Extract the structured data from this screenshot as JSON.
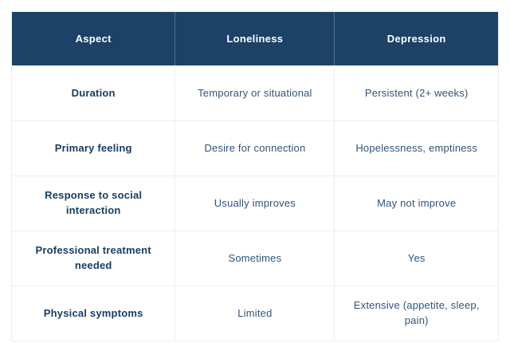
{
  "page": {
    "background": "#ffffff"
  },
  "colors": {
    "header_bg": "#1c4268",
    "header_text": "#ffffff",
    "header_divider": "rgba(255,255,255,0.25)",
    "row_label_text": "#193d62",
    "cell_text": "#31547a",
    "grid_line": "#ededed",
    "outer_border": "#ececec"
  },
  "chart_data": {
    "type": "table",
    "columns": [
      "Aspect",
      "Loneliness",
      "Depression"
    ],
    "rows": [
      [
        "Duration",
        "Temporary or situational",
        "Persistent (2+ weeks)"
      ],
      [
        "Primary feeling",
        "Desire for connection",
        "Hopelessness, emptiness"
      ],
      [
        "Response to social interaction",
        "Usually improves",
        "May not improve"
      ],
      [
        "Professional treatment needed",
        "Sometimes",
        "Yes"
      ],
      [
        "Physical symptoms",
        "Limited",
        "Extensive (appetite, sleep, pain)"
      ]
    ],
    "layout": {
      "header_style": "dark-navy, white bold centered text",
      "body_style": "white background, light gray grid, centered text",
      "first_column_style": "bold navy row labels"
    }
  }
}
